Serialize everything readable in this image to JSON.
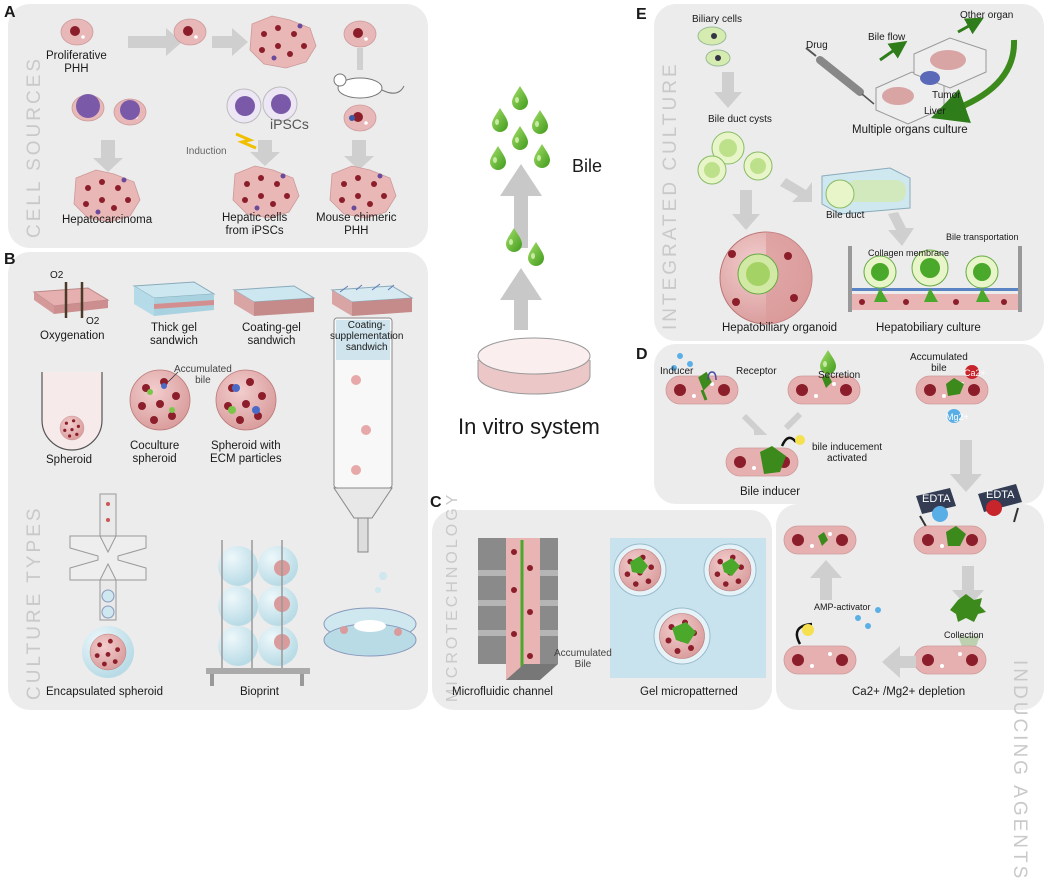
{
  "panels": {
    "A": {
      "letter": "A",
      "side_text": "CELL SOURCES",
      "labels": {
        "proliferative": "Proliferative\nPHH",
        "ipscs": "iPSCs",
        "induction": "Induction",
        "hepatocarcinoma": "Hepatocarcinoma",
        "hepatic_cells": "Hepatic cells\nfrom iPSCs",
        "mouse_chimeric": "Mouse chimeric\nPHH"
      }
    },
    "B": {
      "letter": "B",
      "side_text": "CULTURE TYPES",
      "labels": {
        "o2_top": "O2",
        "o2_bottom": "O2",
        "oxygenation": "Oxygenation",
        "thick_gel": "Thick gel\nsandwich",
        "coating_gel": "Coating-gel\nsandwich",
        "coating_supp": "Coating-\nsupplementation\nsandwich",
        "accumulated_bile": "Accumulated\nbile",
        "spheroid": "Spheroid",
        "coculture": "Coculture\nspheroid",
        "ecm": "Spheroid with\nECM particles",
        "encapsulated": "Encapsulated spheroid",
        "bioprint": "Bioprint"
      }
    },
    "C": {
      "letter": "C",
      "side_text": "MICROTECHNOLOGY",
      "labels": {
        "accumulated_bile": "Accumulated\nBile",
        "microfluidic": "Microfluidic channel",
        "gel_micro": "Gel micropatterned"
      }
    },
    "D": {
      "letter": "D",
      "side_text": "INDUCING AGENTS",
      "labels": {
        "inducer": "Inducer",
        "receptor": "Receptor",
        "secretion": "Secretion",
        "accumulated_bile": "Accumulated\nbile",
        "ca": "Ca2+",
        "mg": "Mg2+",
        "bile_inducement": "bile inducement\nactivated",
        "bile_inducer": "Bile inducer",
        "edta": "EDTA",
        "amp": "AMP-activator",
        "collection": "Collection",
        "depletion": "Ca2+ /Mg2+ depletion"
      }
    },
    "E": {
      "letter": "E",
      "side_text": "INTEGRATED CULTURE",
      "labels": {
        "biliary": "Biliary cells",
        "drug": "Drug",
        "bile_flow": "Bile flow",
        "other_organ": "Other organ",
        "tumor": "Tumor",
        "liver": "Liver",
        "multiple": "Multiple organs culture",
        "cysts": "Bile duct cysts",
        "bile_duct": "Bile duct",
        "bile_transport": "Bile transportation",
        "collagen": "Collagen membrane",
        "organoid": "Hepatobiliary organoid",
        "hb_culture": "Hepatobiliary culture"
      }
    }
  },
  "center": {
    "bile": "Bile",
    "in_vitro": "In vitro system"
  },
  "colors": {
    "panel": "#ececec",
    "cell": "#e8b4b4",
    "nucleus": "#8b1e2a",
    "bile_green": "#5ab52a",
    "arrow": "#c8c8c8",
    "ipsc": "#7a5aa8"
  }
}
